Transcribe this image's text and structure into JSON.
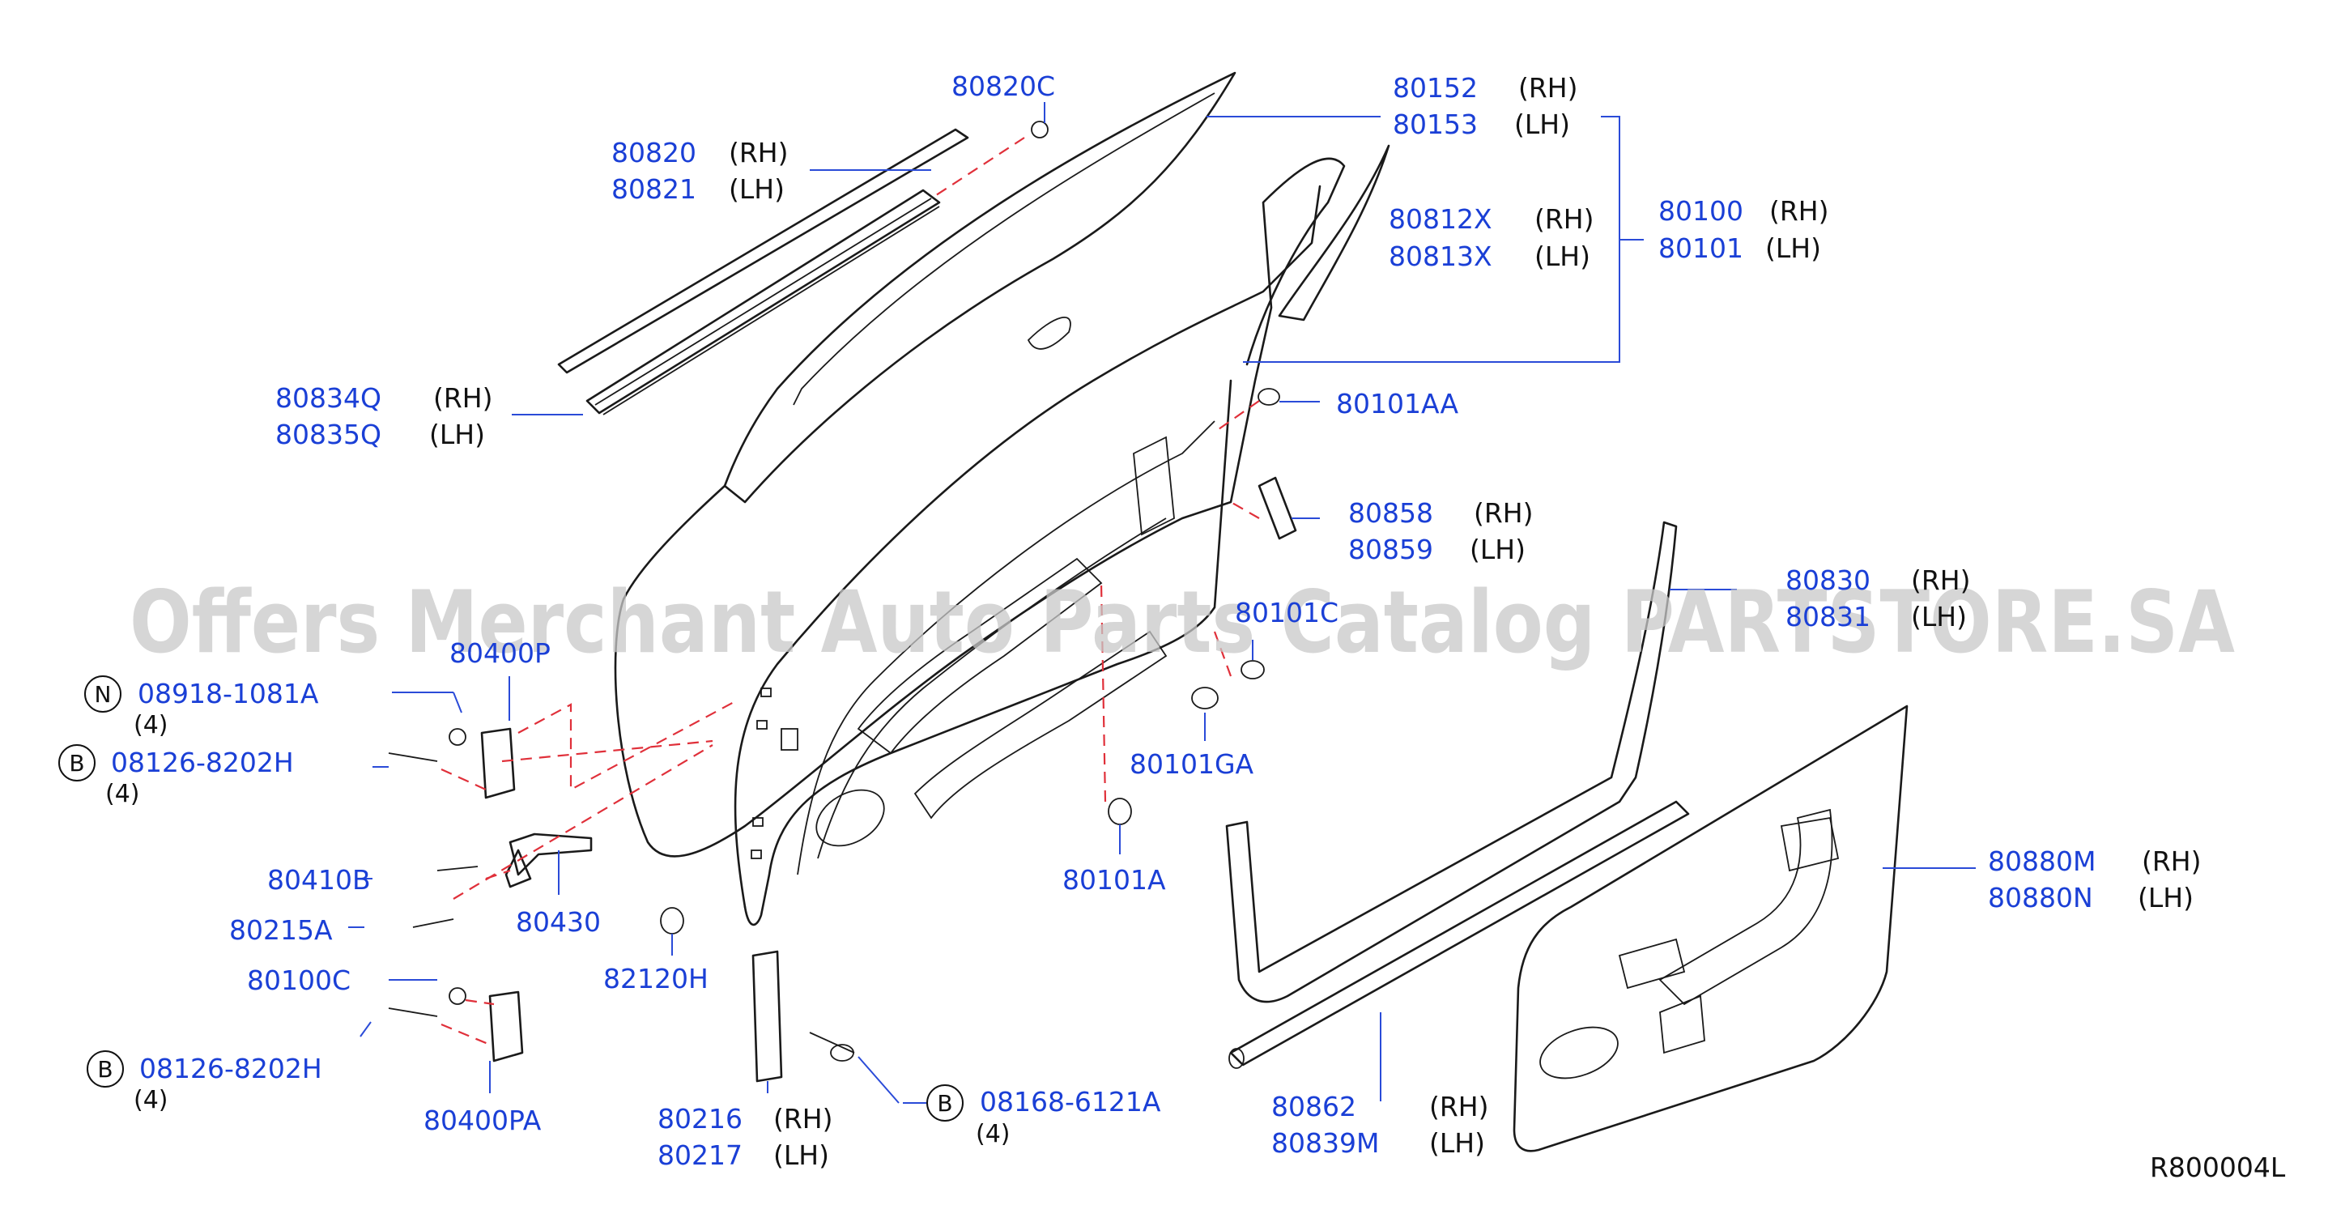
{
  "diagram_code": "R800004L",
  "watermark": "Offers Merchant Auto Parts Catalog PARTSTORE.SA",
  "colors": {
    "part_number": "#1a3fd6",
    "side_text": "#111111",
    "dashed_link": "#e0303a",
    "watermark": "#c8c8c8"
  },
  "labels": [
    {
      "id": "l80820c",
      "part": "80820C",
      "side": ""
    },
    {
      "id": "l80820",
      "part": "80820",
      "side": "(RH)"
    },
    {
      "id": "l80821",
      "part": "80821",
      "side": "(LH)"
    },
    {
      "id": "l80152",
      "part": "80152",
      "side": "(RH)"
    },
    {
      "id": "l80153",
      "part": "80153",
      "side": "(LH)"
    },
    {
      "id": "l80812x",
      "part": "80812X",
      "side": "(RH)"
    },
    {
      "id": "l80813x",
      "part": "80813X",
      "side": "(LH)"
    },
    {
      "id": "l80100",
      "part": "80100",
      "side": "(RH)"
    },
    {
      "id": "l80101",
      "part": "80101",
      "side": "(LH)"
    },
    {
      "id": "l80834q",
      "part": "80834Q",
      "side": "(RH)"
    },
    {
      "id": "l80835q",
      "part": "80835Q",
      "side": "(LH)"
    },
    {
      "id": "l80101aa",
      "part": "80101AA",
      "side": ""
    },
    {
      "id": "l80858",
      "part": "80858",
      "side": "(RH)"
    },
    {
      "id": "l80859",
      "part": "80859",
      "side": "(LH)"
    },
    {
      "id": "l80830",
      "part": "80830",
      "side": "(RH)"
    },
    {
      "id": "l80831",
      "part": "80831",
      "side": "(LH)"
    },
    {
      "id": "l80101c",
      "part": "80101C",
      "side": ""
    },
    {
      "id": "l80400p",
      "part": "80400P",
      "side": ""
    },
    {
      "id": "l80101ga",
      "part": "80101GA",
      "side": ""
    },
    {
      "id": "l80101a",
      "part": "80101A",
      "side": ""
    },
    {
      "id": "l80410b",
      "part": "80410B",
      "side": ""
    },
    {
      "id": "l80430",
      "part": "80430",
      "side": ""
    },
    {
      "id": "l80215a",
      "part": "80215A",
      "side": ""
    },
    {
      "id": "l82120h",
      "part": "82120H",
      "side": ""
    },
    {
      "id": "l80100c",
      "part": "80100C",
      "side": ""
    },
    {
      "id": "l80400pa",
      "part": "80400PA",
      "side": ""
    },
    {
      "id": "l80216",
      "part": "80216",
      "side": "(RH)"
    },
    {
      "id": "l80217",
      "part": "80217",
      "side": "(LH)"
    },
    {
      "id": "l80862",
      "part": "80862",
      "side": "(RH)"
    },
    {
      "id": "l80839m",
      "part": "80839M",
      "side": "(LH)"
    },
    {
      "id": "l80880m",
      "part": "80880M",
      "side": "(RH)"
    },
    {
      "id": "l80880n",
      "part": "80880N",
      "side": "(LH)"
    }
  ],
  "fasteners": [
    {
      "id": "fN",
      "badge": "N",
      "part": "08918-1081A",
      "qty": "(4)"
    },
    {
      "id": "fB1",
      "badge": "B",
      "part": "08126-8202H",
      "qty": "(4)"
    },
    {
      "id": "fB2",
      "badge": "B",
      "part": "08126-8202H",
      "qty": "(4)"
    },
    {
      "id": "fB3",
      "badge": "B",
      "part": "08168-6121A",
      "qty": "(4)"
    }
  ]
}
